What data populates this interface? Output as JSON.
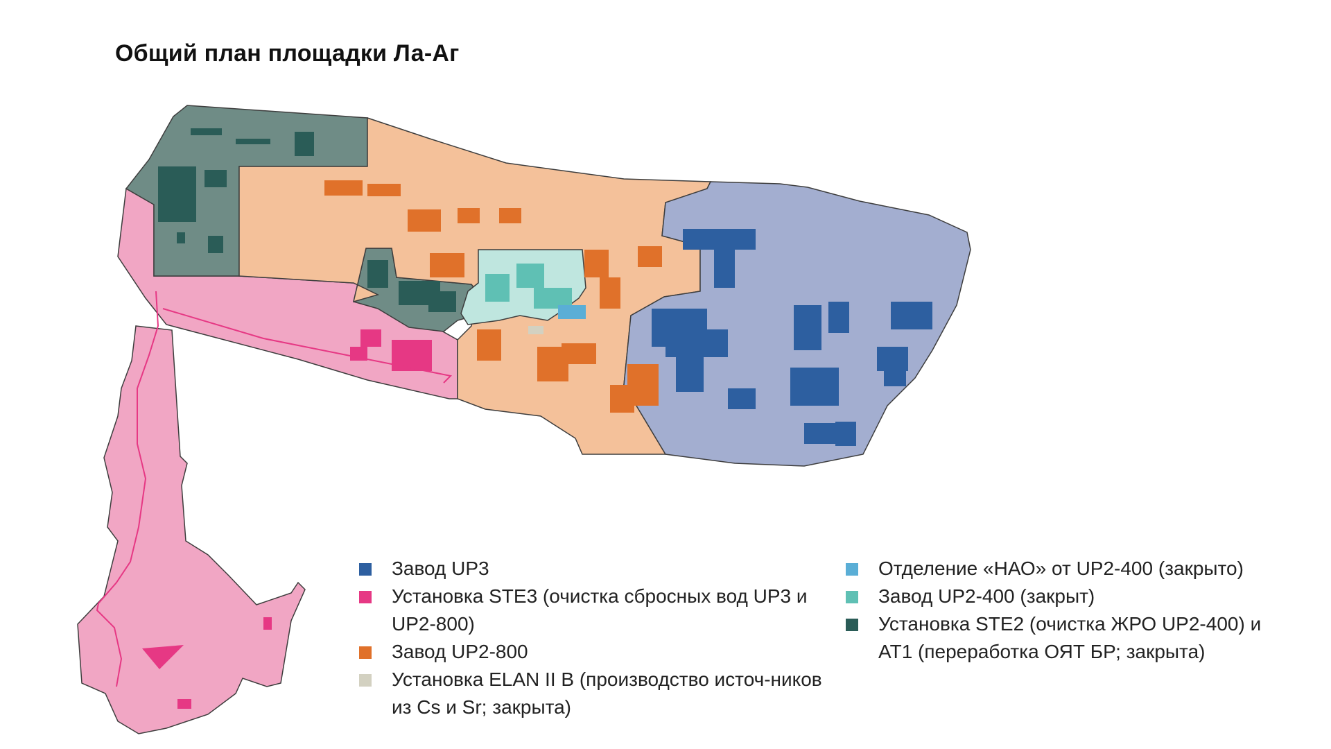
{
  "title": "Общий план площадки Ла-Аг",
  "colors": {
    "up3": "#2d5fa0",
    "up3_zone": "#a3aed0",
    "ste3": "#e63884",
    "ste3_zone": "#f1a6c4",
    "up2_800": "#e0712a",
    "up2_800_zone": "#f4c19a",
    "elan": "#d3d1c1",
    "hao": "#5aaed6",
    "up2_400": "#5fc0b4",
    "up2_400_zone": "#bfe6df",
    "ste2": "#2a5c57",
    "ste2_zone": "#6f8c86"
  },
  "legend": {
    "column1": [
      {
        "color_key": "up3",
        "text": "Завод UP3"
      },
      {
        "color_key": "ste3",
        "text": "Установка STE3 (очистка сбросных вод UP3 и UP2-800)"
      },
      {
        "color_key": "up2_800",
        "text": "Завод UP2-800"
      },
      {
        "color_key": "elan",
        "text": "Установка ELAN II B (производство источ-ников из Cs и Sr; закрыта)"
      }
    ],
    "column2": [
      {
        "color_key": "hao",
        "text": "Отделение «НАО» от UP2-400 (закрыто)"
      },
      {
        "color_key": "up2_400",
        "text": "Завод UP2-400 (закрыт)"
      },
      {
        "color_key": "ste2",
        "text": "Установка STE2 (очистка ЖРО UP2-400) и AT1 (переработка ОЯТ БР; закрыта)"
      }
    ]
  }
}
